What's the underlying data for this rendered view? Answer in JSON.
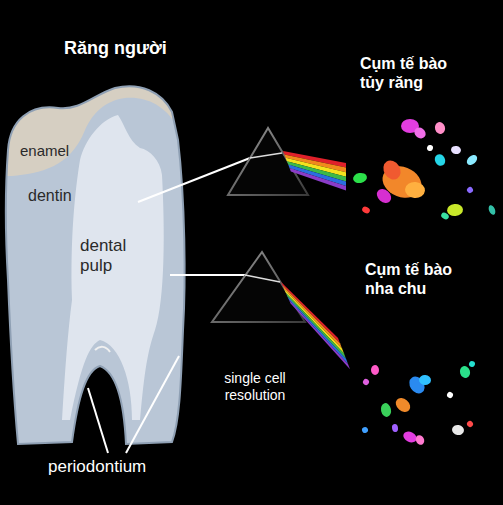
{
  "diagram": {
    "title": "Răng người",
    "labels": [
      "Cụm tế bào tủy răng",
      "enamel",
      "dentin",
      "dental pulp",
      "Cụm tế bào nha chu",
      "single cell resolution",
      "periodontium"
    ]
  }
}
